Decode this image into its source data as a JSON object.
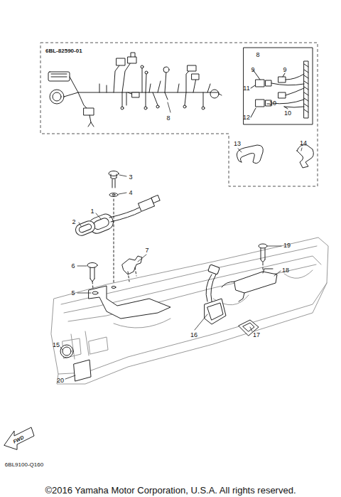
{
  "diagram": {
    "caption": "©2016 Yamaha Motor Corporation, U.S.A. All rights reserved.",
    "nodes": [
      {
        "text": [
          "6BL-82590-01"
        ]
      }
    ],
    "labels": [
      "8",
      "8",
      "9",
      "9",
      "11",
      "10",
      "12",
      "10",
      "13",
      "14",
      "3",
      "1",
      "4",
      "2",
      "7",
      "6",
      "19",
      "18",
      "5",
      "16",
      "17",
      "15",
      "20",
      "FWD",
      "6BL9100-Q160"
    ]
  }
}
